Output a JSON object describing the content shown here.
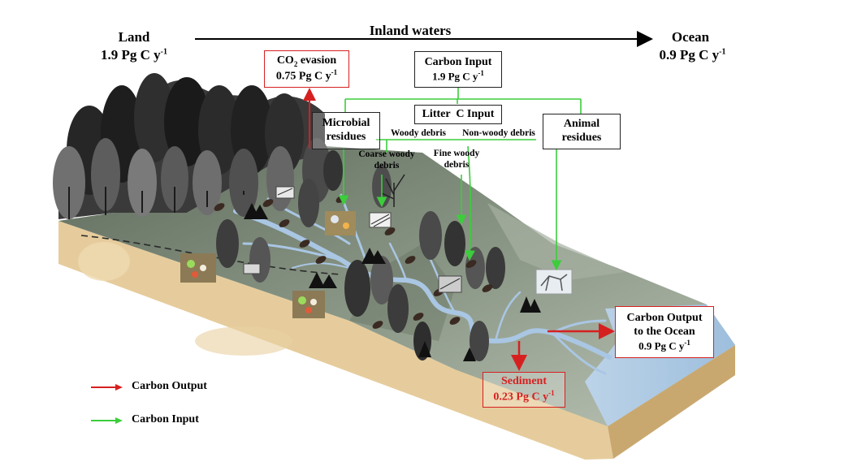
{
  "header": {
    "land_title": "Land",
    "land_value": "1.9 Pg C y",
    "land_sup": "-1",
    "inland_title": "Inland waters",
    "ocean_title": "Ocean",
    "ocean_value": "0.9 Pg C y",
    "ocean_sup": "-1"
  },
  "boxes": {
    "co2_label": "CO",
    "co2_sub": "2",
    "co2_suffix": " evasion",
    "co2_value": "0.75 Pg C y",
    "co2_sup": "-1",
    "carbon_input_title": "Carbon Input",
    "carbon_input_value": "1.9 Pg C y",
    "carbon_input_sup": "-1",
    "litter_input": "Litter  C Input",
    "microbial_line1": "Microbial",
    "microbial_line2": "residues",
    "animal_line1": "Animal",
    "animal_line2": "residues",
    "output_line1": "Carbon Output",
    "output_line2": "to the Ocean",
    "output_value": "0.9 Pg C y",
    "output_sup": "-1",
    "sediment_title": "Sediment",
    "sediment_value": "0.23 Pg C y",
    "sediment_sup": "-1"
  },
  "labels": {
    "woody": "Woody debris",
    "nonwoody": "Non-woody debris",
    "coarse_line1": "Coarse woody",
    "coarse_line2": "debris",
    "fine_line1": "Fine woody",
    "fine_line2": "debris"
  },
  "legend": {
    "output": "Carbon Output",
    "input": "Carbon Input"
  },
  "colors": {
    "output": "#d62020",
    "input": "#3ccd3c",
    "land_top": "#7d8a78",
    "soil": "#e3c99a",
    "water": "#9ec0de"
  }
}
